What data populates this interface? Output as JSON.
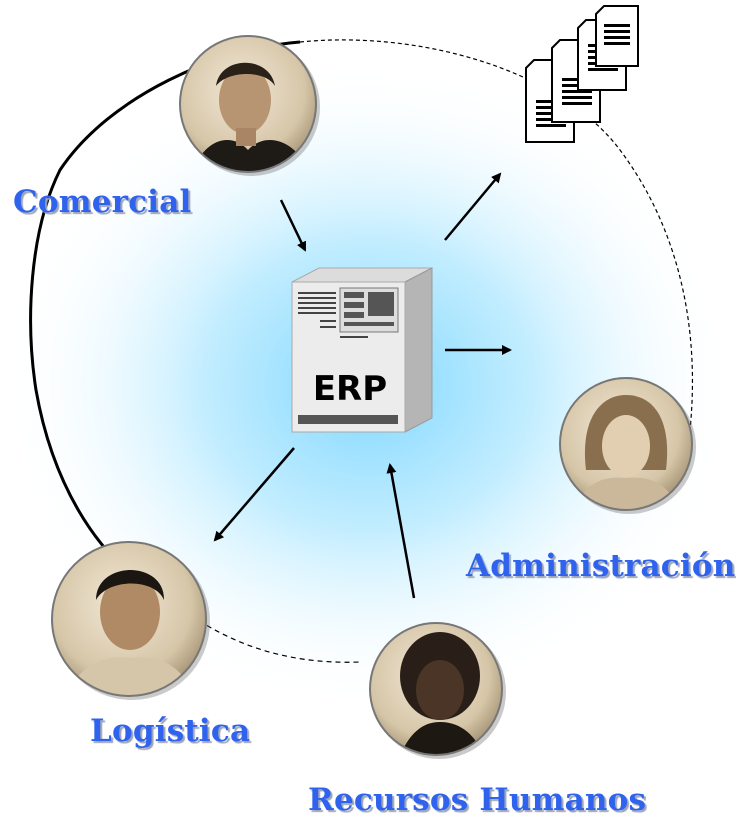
{
  "diagram": {
    "center_system": {
      "label": "ERP"
    },
    "departments": [
      {
        "id": "comercial",
        "label": "Comercial"
      },
      {
        "id": "administracion",
        "label": "Administración"
      },
      {
        "id": "logistica",
        "label": "Logística"
      },
      {
        "id": "recursos_humanos",
        "label": "Recursos Humanos"
      }
    ],
    "flows": [
      {
        "from": "Comercial",
        "to": "ERP"
      },
      {
        "from": "ERP",
        "to": "documents"
      },
      {
        "from": "ERP",
        "to": "Administración"
      },
      {
        "from": "ERP",
        "to": "Logística"
      },
      {
        "from": "Recursos Humanos",
        "to": "ERP"
      }
    ],
    "icons": [
      "portrait-man-icon",
      "portrait-woman-blonde-icon",
      "portrait-man-smiling-icon",
      "portrait-woman-icon",
      "server-icon",
      "documents-stack-icon"
    ],
    "colors": {
      "label_text": "#2f63ee",
      "glow": "#7fd7ff",
      "arrow": "#000000"
    }
  }
}
